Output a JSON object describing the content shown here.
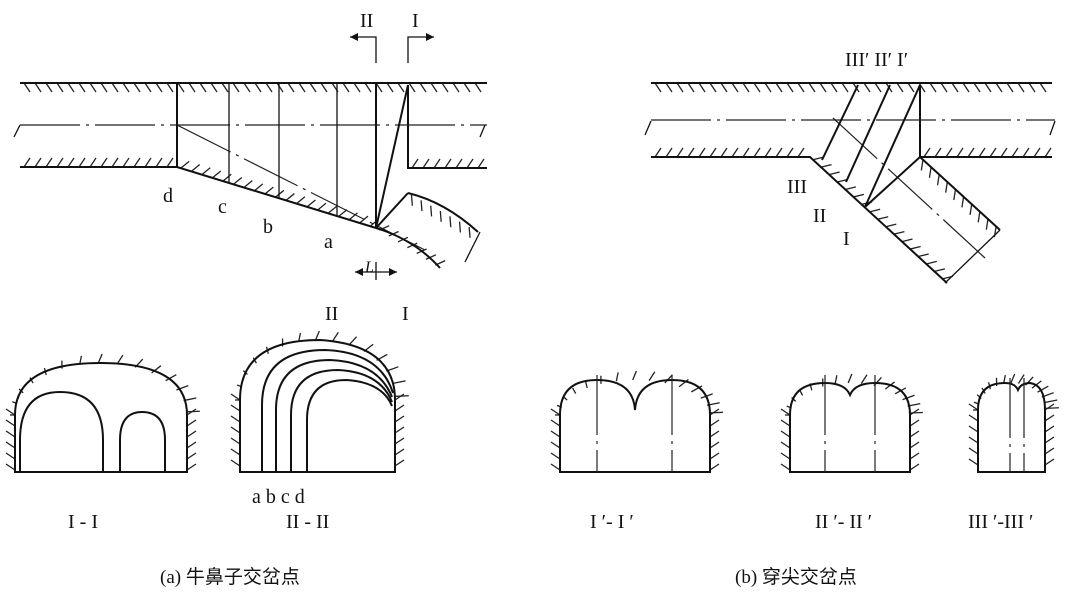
{
  "left_plan": {
    "section_marks": [
      "II",
      "I"
    ],
    "stations": [
      "d",
      "c",
      "b",
      "a"
    ],
    "dimension_mark": "L"
  },
  "right_plan": {
    "section_marks_top": "III′ II′ I′",
    "section_marks_side": [
      "III",
      "II",
      "I"
    ]
  },
  "sections_a": {
    "top_marks": [
      "II",
      "I"
    ],
    "bottom_marks": "a b c d",
    "labels": [
      "I - I",
      "II - II"
    ]
  },
  "sections_b": {
    "labels": [
      "I ′- I ′",
      "II ′- II ′",
      "III ′-III ′"
    ]
  },
  "captions": {
    "a": "(a) 牛鼻子交岔点",
    "b": "(b) 穿尖交岔点"
  }
}
